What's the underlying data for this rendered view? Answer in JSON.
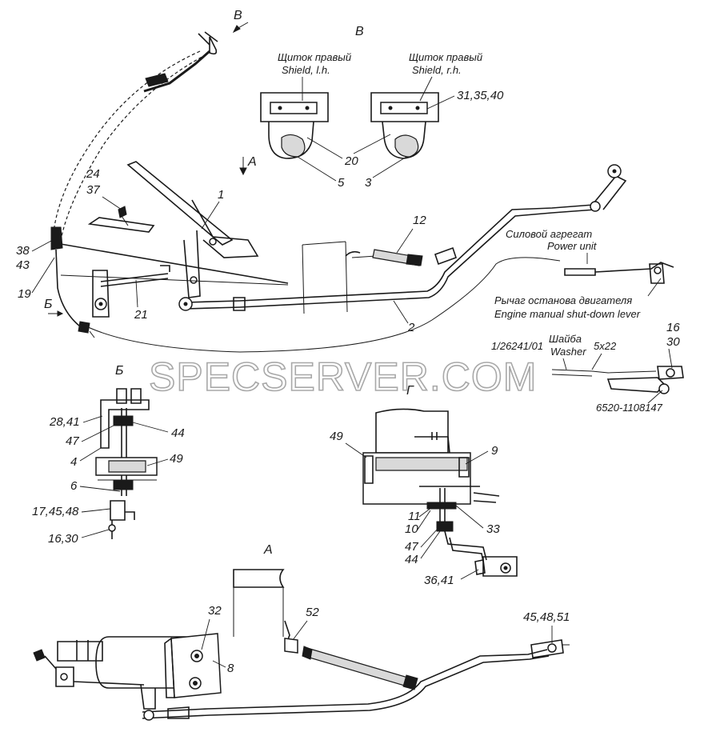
{
  "views": {
    "v": "В",
    "a_top": "А",
    "b_arrow": "Б",
    "v_arrow": "В",
    "b_detail": "Б",
    "g_detail": "Г",
    "a_detail": "А"
  },
  "view_v": {
    "left_shield_ru": "Щиток правый",
    "left_shield_en": "Shield, l.h.",
    "right_shield_ru": "Щиток правый",
    "right_shield_en": "Shield, r.h.",
    "callouts": [
      "31,35,40",
      "20",
      "5",
      "3"
    ]
  },
  "main": {
    "callouts": [
      "24",
      "37",
      "1",
      "12",
      "38",
      "43",
      "19",
      "21",
      "2"
    ],
    "power_unit_ru": "Силовой агрегат",
    "power_unit_en": "Power unit",
    "lever_ru": "Рычаг останова двигателя",
    "lever_en": "Engine manual shut-down lever"
  },
  "washer": {
    "part_no": "1/26241/01",
    "ru": "Шайба",
    "en": "Washer",
    "size": "5x22",
    "callouts": [
      "16",
      "30"
    ],
    "cable_no": "6520-1108147"
  },
  "detail_b": {
    "callouts": [
      "28,41",
      "44",
      "47",
      "4",
      "49",
      "6",
      "17,45,48",
      "16,30"
    ]
  },
  "detail_g": {
    "callouts": [
      "49",
      "9",
      "11",
      "10",
      "33",
      "47",
      "44",
      "36,41"
    ]
  },
  "detail_a": {
    "callouts": [
      "32",
      "8",
      "52",
      "45,48,51"
    ]
  },
  "watermark": "SPECSERVER.COM"
}
